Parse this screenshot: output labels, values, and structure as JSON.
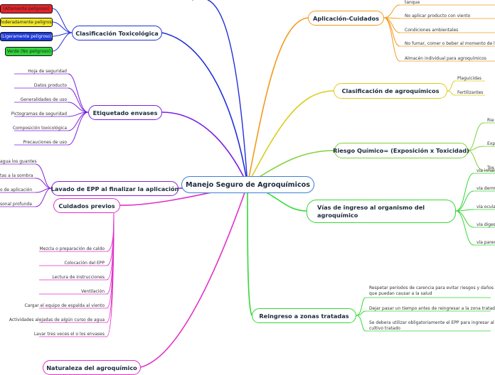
{
  "central": "Manejo Seguro de Agroquímicos",
  "colors": {
    "blue": "#2230d8",
    "violet": "#7a1fe0",
    "purple": "#8a1fd0",
    "magenta": "#e12fc8",
    "orange": "#f29a1c",
    "yellow": "#d9cc1e",
    "lime": "#7fd23a",
    "green": "#34d834",
    "dark": "#1a1a1a"
  },
  "branches": {
    "toxico": {
      "label": "Clasificación Toxicológica",
      "items": [
        "(Altamente peligroso)",
        "(Moderadamente peligroso)",
        "(Ligeramente peligroso)",
        "Verde (No peligroso)"
      ],
      "chip_colors": [
        "#e8232a",
        "#f5ea28",
        "#1f3ad8",
        "#2fd33a"
      ]
    },
    "etiquetado": {
      "label": "Etiquetado envases",
      "items": [
        "Hoja de seguridad",
        "Datos producto",
        "Generalidades de uso",
        "Pictogramas de seguridad",
        "Composición toxicológica",
        "Precauciones de uso"
      ]
    },
    "lavado": {
      "label": "Lavado de EPP al finalizar la aplicación",
      "items": [
        "agua los guantes",
        "tas a la sombra",
        "o de aplicación",
        "sonal profunda"
      ]
    },
    "cuidados": {
      "label": "Cuidados previos",
      "items": [
        "Mezcla o preparación de caldo",
        "Colocación del EPP",
        "Lectura de instrucciones",
        "Ventilación",
        "Cargar el equipo de espalda al viento",
        "Actividades alejadas de algún curso de agua",
        "Lavar tres veces el o los envases"
      ]
    },
    "naturaleza": {
      "label": "Naturaleza del agroquímico"
    },
    "aplicacion": {
      "label": "Aplicación-Cuidados",
      "items": [
        "tanque",
        "No aplicar producto con viento",
        "Condiciones ambientales",
        "No fumar, comer o beber al momento de la ap",
        "Almacén individual para agroquímicos"
      ]
    },
    "clasifagro": {
      "label": "Clasificación de agroquímicos",
      "items": [
        "Plaguicidas",
        "Fertilizantes"
      ]
    },
    "riesgo": {
      "label": "Riesgo Químico= (Exposición x Toxicidad)",
      "items": [
        "Rie",
        "Exp",
        "Tox"
      ]
    },
    "vias": {
      "label": "Vías de ingreso al organismo del agroquímico",
      "items": [
        "vía inhala",
        "vía derm",
        "vía ocula",
        "vía diges",
        "vía paren"
      ]
    },
    "reingreso": {
      "label": "Reingreso a zonas tratadas",
      "items": [
        "Respetar periodos de carencia para evitar riesgos y daños que puedan causar a la salud",
        "Dejar pasar un tiempo antes de reingresar a la zona tratada",
        "Se debera utilizar obligatoriamente el EPP para ingresar al cultivo tratado"
      ]
    }
  }
}
